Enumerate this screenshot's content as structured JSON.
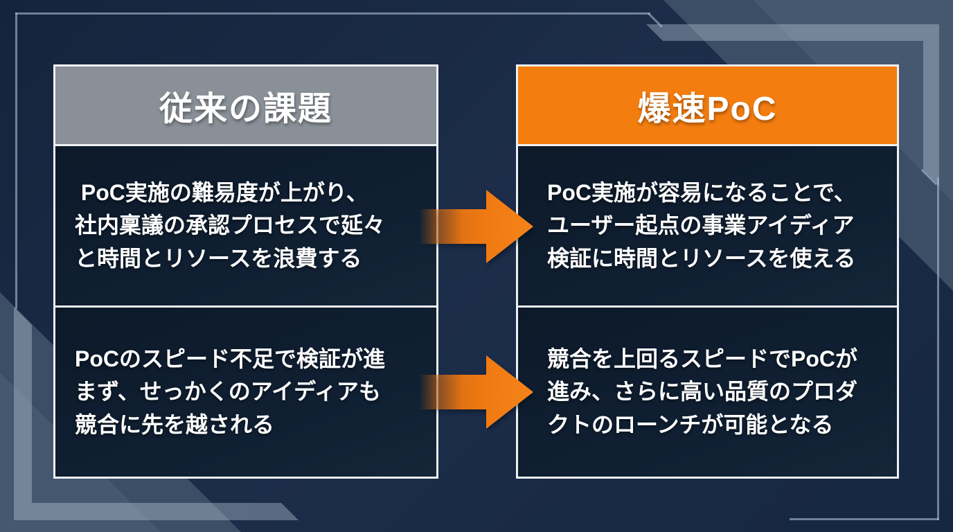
{
  "columns": [
    {
      "id": "traditional",
      "header": "従来の課題",
      "cells": [
        " PoC実施の難易度が上がり、\n社内稟議の承認プロセスで延々\nと時間とリソースを浪費する",
        "PoCのスピード不足で検証が進\nまず、せっかくのアイディアも\n競合に先を越される"
      ]
    },
    {
      "id": "bakusoku-poc",
      "header": "爆速PoC",
      "cells": [
        "PoC実施が容易になることで、\nユーザー起点の事業アイディア\n検証に時間とリソースを使える",
        "競合を上回るスピードでPoCが\n進み、さらに高い品質のプロダ\nクトのローンチが可能となる"
      ]
    }
  ],
  "arrows": [
    {
      "icon": "right-arrow-icon",
      "row": 1
    },
    {
      "icon": "right-arrow-icon",
      "row": 2
    }
  ],
  "palette": {
    "background_navy": "#1C2D4A",
    "accent_slate": "#3C4E66",
    "frame_line": "#A8BACE",
    "header_gray": "#8A9097",
    "header_orange": "#F47D10",
    "arrow_orange": "#F07A12",
    "cell_background": "#0D1B2E",
    "panel_border": "#EEF1F4",
    "text_white": "#FFFFFF"
  }
}
